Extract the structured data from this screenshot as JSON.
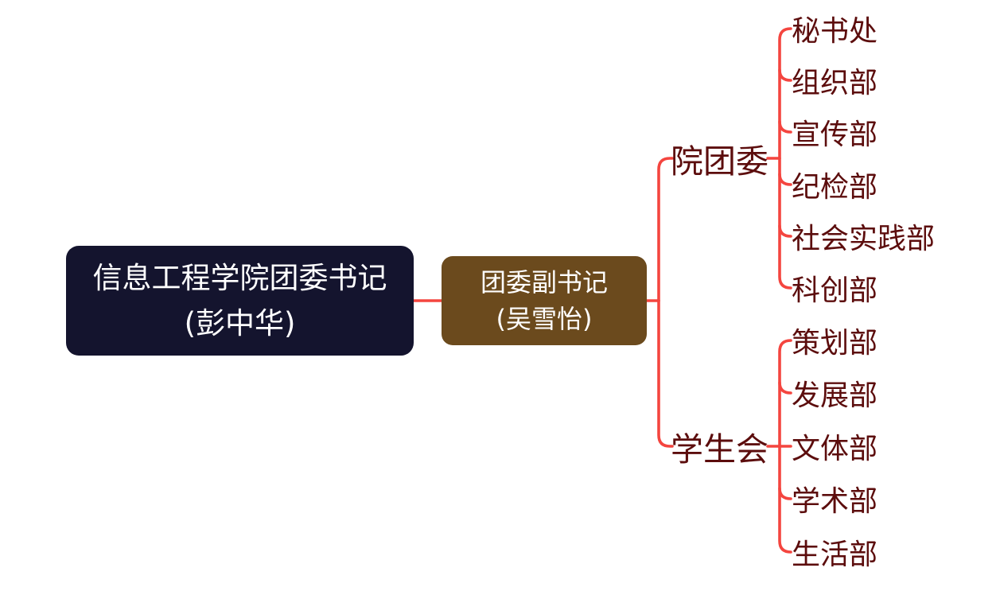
{
  "diagram": {
    "type": "mind-map",
    "root": {
      "title": "信息工程学院团委书记",
      "subtitle": "(彭中华)"
    },
    "deputy": {
      "title": "团委副书记",
      "subtitle": "(吴雪怡)"
    },
    "branches": [
      {
        "label": "院团委",
        "children": [
          "秘书处",
          "组织部",
          "宣传部",
          "纪检部",
          "社会实践部",
          "科创部"
        ]
      },
      {
        "label": "学生会",
        "children": [
          "策划部",
          "发展部",
          "文体部",
          "学术部",
          "生活部"
        ]
      }
    ]
  },
  "colors": {
    "background": "#ffffff",
    "connector": "#f4453f",
    "root_node_bg": "#14142e",
    "deputy_node_bg": "#6b4a1d",
    "node_text": "#ffffff",
    "label_text": "#5c0d0d"
  }
}
